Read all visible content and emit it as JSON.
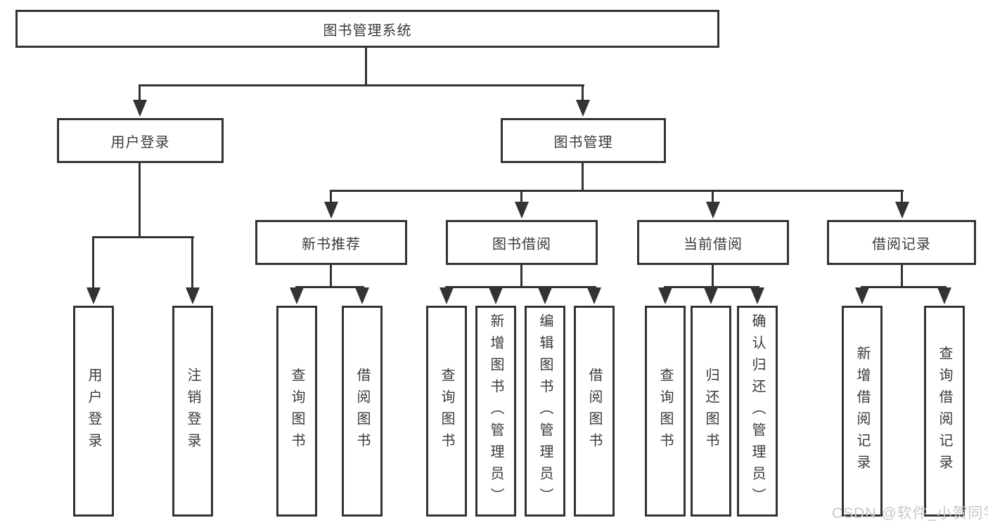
{
  "colors": {
    "line": "#333333",
    "text": "#3a3a3a",
    "watermark": "#c8c8c8",
    "background": "#ffffff"
  },
  "nodes": {
    "root": {
      "label": "图书管理系统"
    },
    "user_login": {
      "label": "用户登录"
    },
    "book_management": {
      "label": "图书管理"
    },
    "new_book_recommend": {
      "label": "新书推荐"
    },
    "book_borrow": {
      "label": "图书借阅"
    },
    "current_borrow": {
      "label": "当前借阅"
    },
    "borrow_record": {
      "label": "借阅记录"
    },
    "leaf_user_login": {
      "label": "用户登录"
    },
    "leaf_logout": {
      "label": "注销登录"
    },
    "leaf_recommend_query_book": {
      "label": "查询图书"
    },
    "leaf_recommend_borrow_book": {
      "label": "借阅图书"
    },
    "leaf_borrow_query_book": {
      "label": "查询图书"
    },
    "leaf_borrow_add_book": {
      "label": "新增图书（管理员）"
    },
    "leaf_borrow_edit_book": {
      "label": "编辑图书（管理员）"
    },
    "leaf_borrow_borrow_book": {
      "label": "借阅图书"
    },
    "leaf_current_query_book": {
      "label": "查询图书"
    },
    "leaf_current_return_book": {
      "label": "归还图书"
    },
    "leaf_current_confirm_return": {
      "label": "确认归还（管理员）"
    },
    "leaf_record_add_record": {
      "label": "新增借阅记录"
    },
    "leaf_record_query_record": {
      "label": "查询借阅记录"
    }
  },
  "watermark": "CSDN @软件_小贺同学"
}
